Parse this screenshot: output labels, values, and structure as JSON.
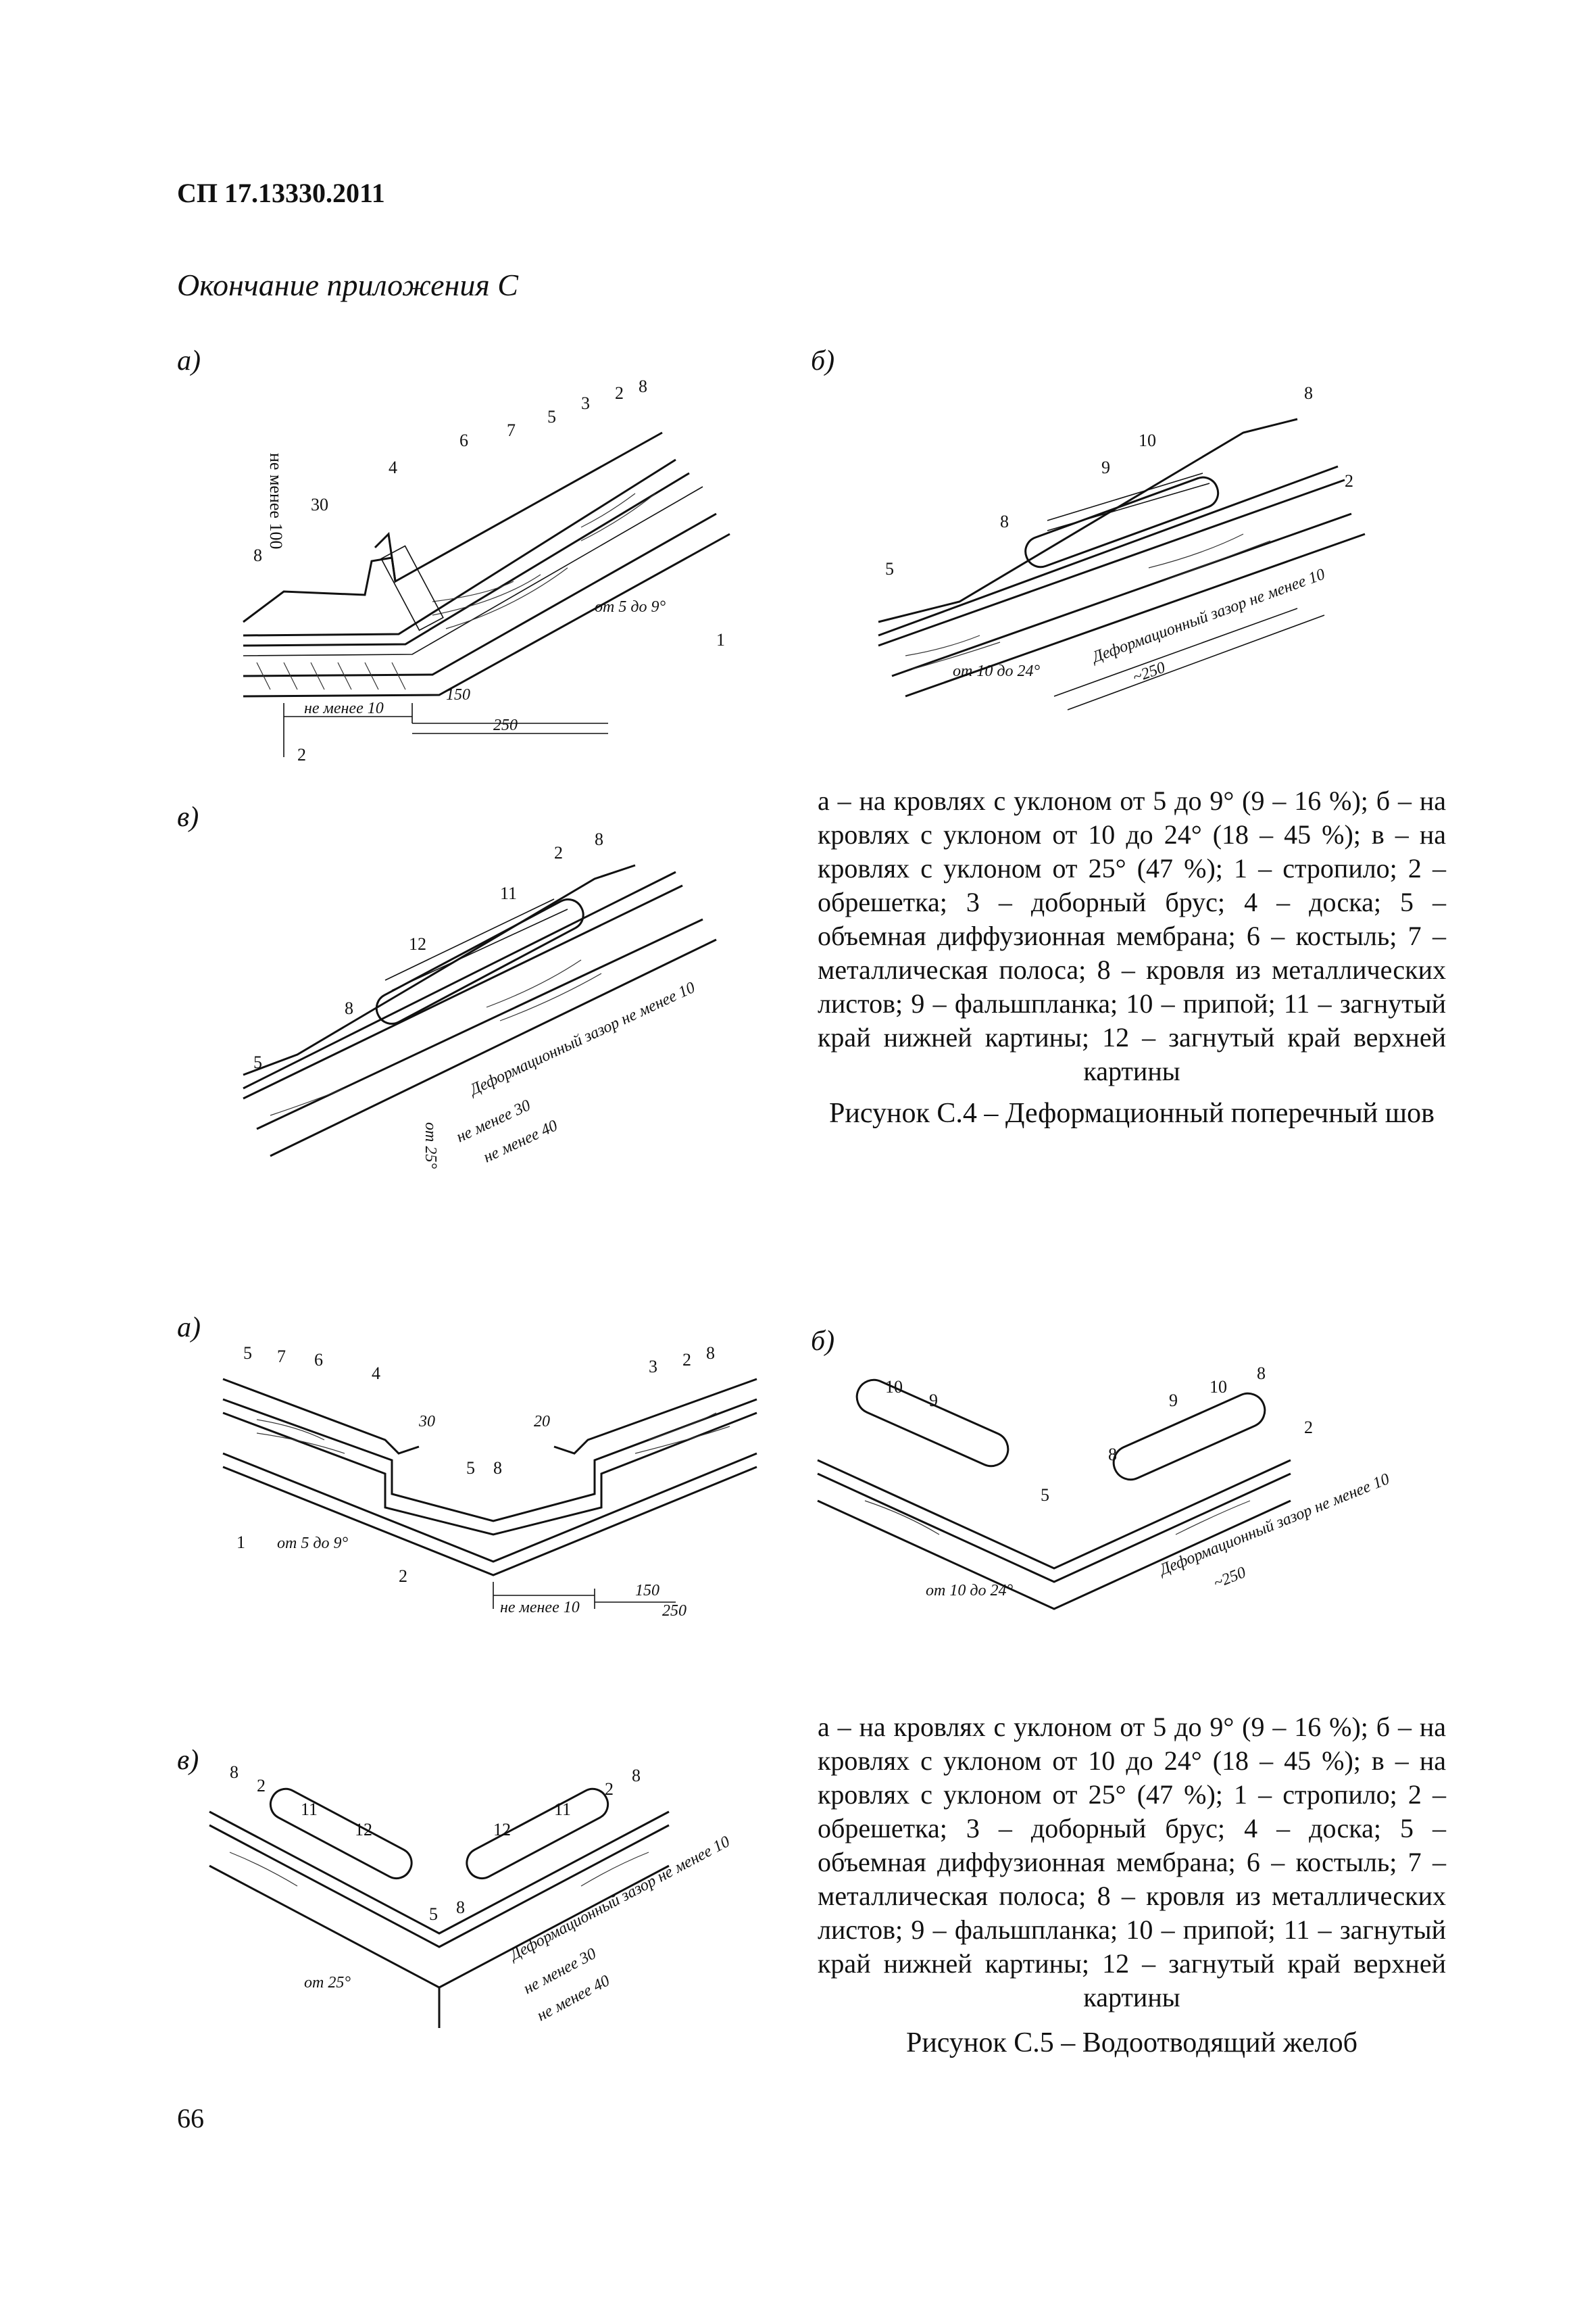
{
  "header": {
    "doc_code": "СП 17.13330.2011"
  },
  "subtitle": "Окончание приложения С",
  "figure_c4": {
    "panels": [
      {
        "label": "а)",
        "callouts": [
          "не менее 100",
          "30",
          "4",
          "6",
          "7",
          "5",
          "3",
          "2",
          "8",
          "8",
          "1",
          "2"
        ],
        "dims": [
          "от 5 до 9°",
          "не менее 10",
          "150",
          "250"
        ]
      },
      {
        "label": "б)",
        "callouts": [
          "8",
          "10",
          "9",
          "8",
          "5",
          "2"
        ],
        "dims": [
          "Деформационный зазор не менее 10",
          "от 10 до 24°",
          "~250"
        ]
      },
      {
        "label": "в)",
        "callouts": [
          "8",
          "2",
          "11",
          "12",
          "8",
          "5"
        ],
        "dims": [
          "Деформационный зазор не менее 10",
          "от 25°",
          "не менее 30",
          "не менее 40"
        ]
      }
    ],
    "caption": "а – на кровлях с уклоном от 5 до 9° (9 – 16 %); б – на кровлях с уклоном от 10 до 24° (18 – 45 %); в – на кровлях с уклоном от 25° (47 %); 1 – стропило; 2 – обрешетка; 3 – доборный брус; 4 – доска; 5 – объемная диффузионная мембрана; 6 – костыль; 7 – металлическая полоса; 8 – кровля из металлических листов; 9 – фальшпланка; 10 – припой; 11 – загнутый край нижней картины; 12 – загнутый край верхней картины",
    "title": "Рисунок С.4 – Деформационный поперечный шов"
  },
  "figure_c5": {
    "panels": [
      {
        "label": "а)",
        "callouts": [
          "5",
          "7",
          "6",
          "4",
          "30",
          "5",
          "8",
          "20",
          "3",
          "2",
          "8",
          "1",
          "2"
        ],
        "dims": [
          "от 5 до 9°",
          "не менее 10",
          "150",
          "250"
        ]
      },
      {
        "label": "б)",
        "callouts": [
          "10",
          "9",
          "8",
          "9",
          "10",
          "8",
          "5",
          "2"
        ],
        "dims": [
          "от 10 до 24°",
          "Деформационный зазор не менее 10",
          "~250"
        ]
      },
      {
        "label": "в)",
        "callouts": [
          "8",
          "2",
          "11",
          "12",
          "5",
          "8",
          "12",
          "11",
          "2",
          "8"
        ],
        "dims": [
          "от 25°",
          "Деформационный зазор не менее 10",
          "не менее 30",
          "не менее 40"
        ]
      }
    ],
    "caption": "а – на кровлях с уклоном от 5 до 9° (9 – 16 %); б – на кровлях с уклоном от 10 до 24° (18 – 45 %); в – на кровлях с уклоном от 25° (47 %); 1 – стропило; 2 – обрешетка; 3 – доборный брус; 4 – доска; 5 – объемная диффузионная мембрана; 6 – костыль; 7 – металлическая полоса; 8 – кровля из металлических листов; 9 – фальшпланка; 10 – припой; 11 – загнутый край нижней картины; 12 – загнутый край верхней картины",
    "title": "Рисунок С.5 – Водоотводящий желоб"
  },
  "page_number": "66"
}
